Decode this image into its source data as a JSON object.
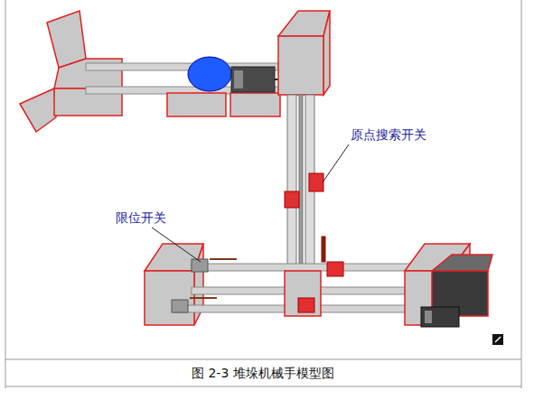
{
  "diagram": {
    "caption": "图 2-3 堆垛机械手模型图",
    "labels": [
      "原点搜索开关",
      "限位开关"
    ]
  }
}
